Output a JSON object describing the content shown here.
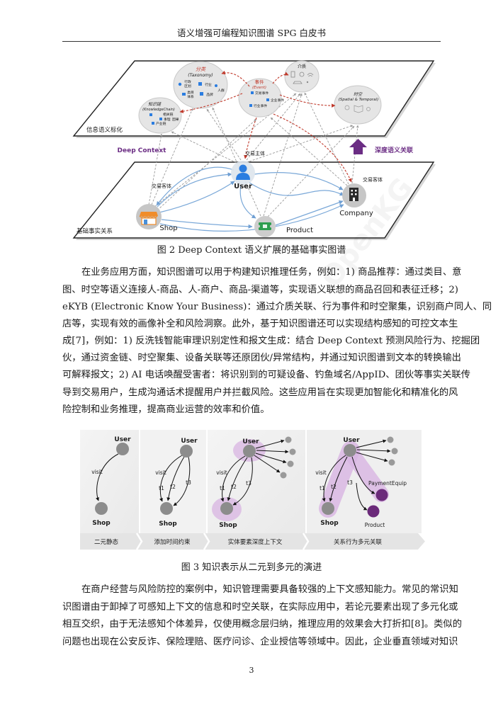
{
  "header": {
    "title": "语义增强可编程知识图谱 SPG 白皮书"
  },
  "figure2": {
    "upper_plane_label": "信息语义标化",
    "lower_plane_label": "基础事实关系",
    "deep_context": "Deep Context",
    "deep_semantic": "深度语义关联",
    "taxonomy": {
      "title": "分类",
      "subtitle": "(Taxonomy)",
      "items": [
        "行政",
        "区划",
        "行业",
        "人群",
        "类目",
        "体系",
        "品牌"
      ]
    },
    "event": {
      "title": "事件",
      "subtitle": "(Event)",
      "items": [
        "交易事件",
        "企业事件",
        "行业事件"
      ]
    },
    "medium": {
      "title": "介质"
    },
    "knowledge_chain": {
      "title": "知识链",
      "subtitle": "(KnowledgeChain)",
      "items": [
        "相关链",
        "事理",
        "因果",
        "产业链"
      ]
    },
    "spatial": {
      "title": "时空",
      "subtitle": "(Spatial & Temporal)"
    },
    "nodes": {
      "user": "User",
      "company": "Company",
      "shop": "Shop",
      "product": "Product"
    },
    "roles": {
      "user": "交易主体",
      "shop": "交易客体",
      "company": "交易客体"
    },
    "caption": "图 2 Deep Context 语义扩展的基础事实图谱"
  },
  "body": {
    "p1": [
      "在业务应用方面，知识图谱可以用于构建知识推理任务，例如：1) 商品推荐：通过类目、意",
      "图、时空等语义连接人-商品、人-商户、商品-渠道等，实现语义联想的商品召回和表征迁移；2)",
      "eKYB (Electronic Know Your Business)：通过介质关联、行为事件和时空聚集，识别商户同人、同",
      "店等，实现有效的画像补全和风险洞察。此外，基于知识图谱还可以实现结构感知的可控文本生",
      "成[7]，例如：1) 反洗钱智能审理识别定性和报文生成：结合 Deep Context 预测风险行为、挖掘团",
      "伙，通过资金链、时空聚集、设备关联等还原团伙/异常结构，并通过知识图谱到文本的转换输出",
      "可解释报文；2) AI 电话唤醒受害者：将识别到的可疑设备、钓鱼域名/AppID、团伙等事实关联传",
      "导到交易用户，生成沟通话术提醒用户并拦截风险。这些应用旨在实现更加智能化和精准化的风",
      "险控制和业务推理，提高商业运营的效率和价值。"
    ],
    "p2": [
      "在商户经营与风险防控的案例中，知识管理需要具备较强的上下文感知能力。常见的常识知",
      "识图谱由于卸掉了可感知上下文的信息和时空关联，在实际应用中，若论元要素出现了多元化或",
      "相互交织，由于无法感知个体差异，仅使用概念层归纳，推理应用的效果会大打折扣[8]。类似的",
      "问题也出现在公安反诈、保险理赔、医疗问诊、企业授信等领域中。因此，企业垂直领域对知识"
    ]
  },
  "figure3": {
    "panels": [
      {
        "label": "二元静态"
      },
      {
        "label": "添加时间约束"
      },
      {
        "label": "实体要素深度上下文"
      },
      {
        "label": "关系行为多元关联"
      }
    ],
    "user": "User",
    "shop": "Shop",
    "visit": "visit",
    "t1": "t1",
    "t2": "t2",
    "t3": "t3",
    "payment_equip": "PaymentEquip",
    "product": "Product",
    "caption": "图 3 知识表示从二元到多元的演进"
  },
  "page_number": "3",
  "watermark": "OpenKG",
  "colors": {
    "red_dashed": "#c0392b",
    "purple": "#6b2d84",
    "edge_blue": "#7aa8d8",
    "node_gray": "#8c8c8c",
    "halo_purple": "#d8b4e2",
    "user_blue": "#2b7de0"
  }
}
